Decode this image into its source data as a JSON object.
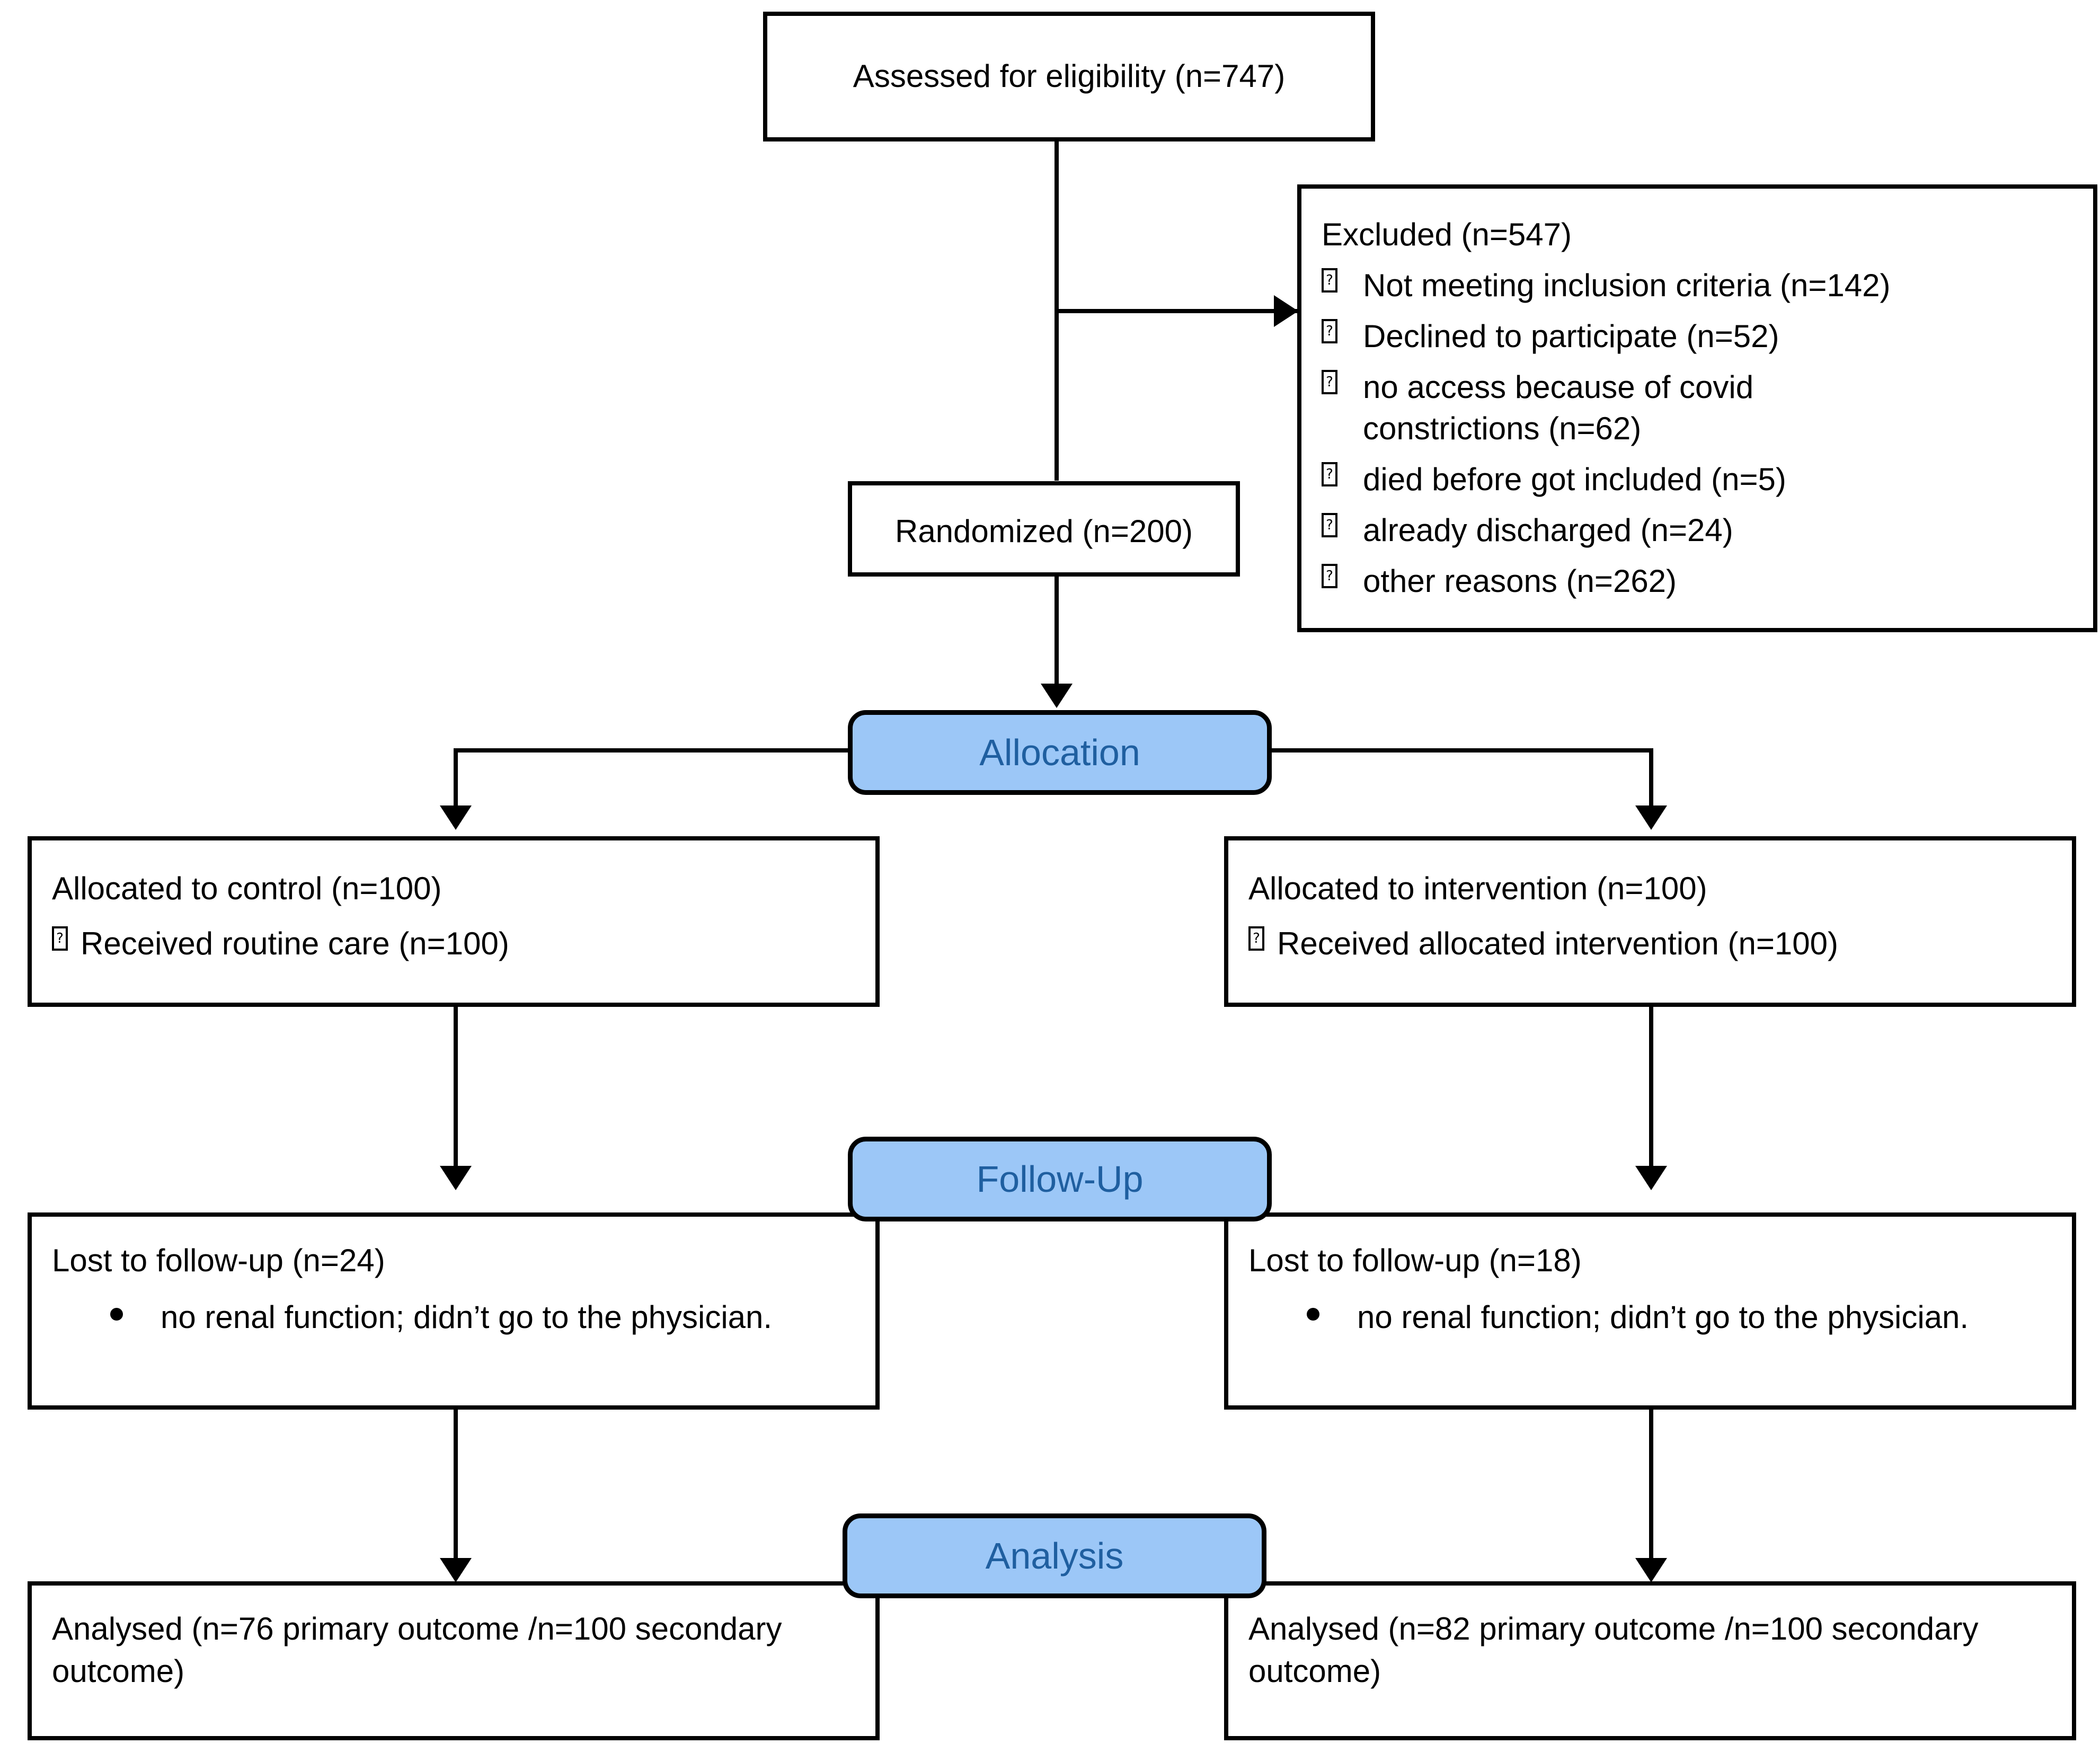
{
  "diagram": {
    "title": "CONSORT participant flow diagram",
    "colors": {
      "banner_fill": "#9CC7F7",
      "banner_text": "#1F5FA0",
      "box_border": "#000000",
      "background": "#FFFFFF"
    }
  },
  "enrollment": {
    "assessed": "Assessed for eligibility (n=747)",
    "randomized": "Randomized (n=200)"
  },
  "excluded": {
    "heading": "Excluded (n=547)",
    "bullet_glyph": "?",
    "reasons": [
      "Not meeting inclusion criteria (n=142)",
      "Declined to participate (n=52)",
      "no access because of covid constrictions (n=62)",
      "died before got included (n=5)",
      "already discharged (n=24)",
      "other reasons (n=262)"
    ]
  },
  "stages": {
    "allocation": "Allocation",
    "followup": "Follow-Up",
    "analysis": "Analysis"
  },
  "allocation": {
    "control": {
      "heading": "Allocated to control (n=100)",
      "bullet_glyph": "?",
      "items": [
        "Received routine care (n=100)"
      ]
    },
    "intervention": {
      "heading": "Allocated to intervention (n=100)",
      "bullet_glyph": "?",
      "items": [
        "Received allocated intervention (n=100)"
      ]
    }
  },
  "followup": {
    "control": {
      "heading": "Lost to follow-up (n=24)",
      "items": [
        "no renal function; didn’t go to the physician."
      ]
    },
    "intervention": {
      "heading": "Lost to follow-up (n=18)",
      "items": [
        "no renal function; didn’t go to the physician."
      ]
    }
  },
  "analysis": {
    "control": {
      "line1": "Analysed (n=76 primary outcome /n=100 secondary",
      "line2": "outcome)"
    },
    "intervention": {
      "line1": "Analysed (n=82 primary outcome /n=100 secondary",
      "line2": "outcome)"
    }
  },
  "flow_data": {
    "type": "flowchart",
    "assessed_for_eligibility": 747,
    "excluded_total": 547,
    "excluded_breakdown": {
      "not_meeting_inclusion_criteria": 142,
      "declined_to_participate": 52,
      "no_access_covid_constrictions": 62,
      "died_before_got_included": 5,
      "already_discharged": 24,
      "other_reasons": 262
    },
    "randomized": 200,
    "allocated_control": 100,
    "allocated_intervention": 100,
    "received_routine_care": 100,
    "received_allocated_intervention": 100,
    "lost_to_followup_control": 24,
    "lost_to_followup_intervention": 18,
    "analysed_control_primary": 76,
    "analysed_control_secondary": 100,
    "analysed_intervention_primary": 82,
    "analysed_intervention_secondary": 100
  }
}
